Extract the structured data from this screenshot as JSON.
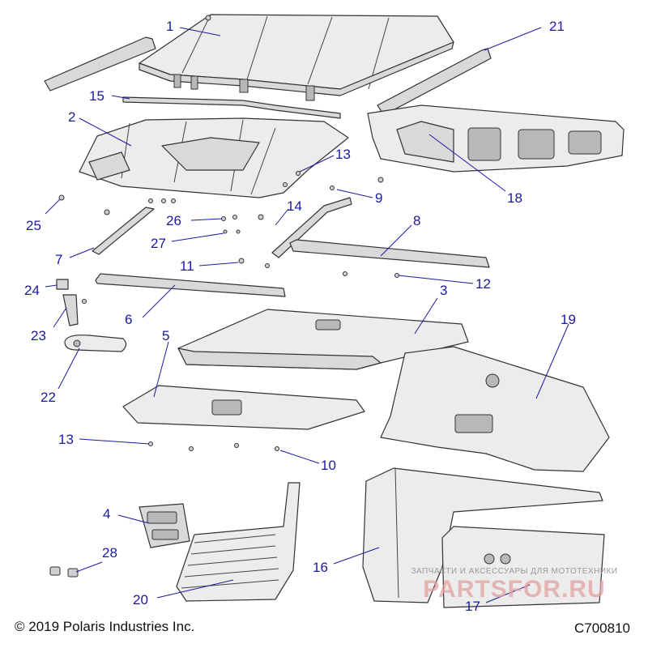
{
  "callouts": [
    {
      "id": "1",
      "label": "1"
    },
    {
      "id": "2",
      "label": "2"
    },
    {
      "id": "3",
      "label": "3"
    },
    {
      "id": "4",
      "label": "4"
    },
    {
      "id": "5",
      "label": "5"
    },
    {
      "id": "6",
      "label": "6"
    },
    {
      "id": "7",
      "label": "7"
    },
    {
      "id": "8",
      "label": "8"
    },
    {
      "id": "9",
      "label": "9"
    },
    {
      "id": "10",
      "label": "10"
    },
    {
      "id": "11",
      "label": "11"
    },
    {
      "id": "12",
      "label": "12"
    },
    {
      "id": "13a",
      "label": "13"
    },
    {
      "id": "13b",
      "label": "13"
    },
    {
      "id": "14",
      "label": "14"
    },
    {
      "id": "15",
      "label": "15"
    },
    {
      "id": "16",
      "label": "16"
    },
    {
      "id": "17",
      "label": "17"
    },
    {
      "id": "18",
      "label": "18"
    },
    {
      "id": "19",
      "label": "19"
    },
    {
      "id": "20",
      "label": "20"
    },
    {
      "id": "21",
      "label": "21"
    },
    {
      "id": "22",
      "label": "22"
    },
    {
      "id": "23",
      "label": "23"
    },
    {
      "id": "24",
      "label": "24"
    },
    {
      "id": "25",
      "label": "25"
    },
    {
      "id": "26",
      "label": "26"
    },
    {
      "id": "27",
      "label": "27"
    },
    {
      "id": "28",
      "label": "28"
    }
  ],
  "footer": {
    "copyright": "© 2019 Polaris Industries Inc.",
    "drawing_id": "C700810"
  },
  "watermark": {
    "tagline": "ЗАПЧАСТИ И АКСЕССУАРЫ ДЛЯ МОТОТЕХНИКИ",
    "logo": "PARTSFOR.RU"
  },
  "colors": {
    "callout": "#1a1aa0",
    "watermark": "#e4a1a1"
  }
}
